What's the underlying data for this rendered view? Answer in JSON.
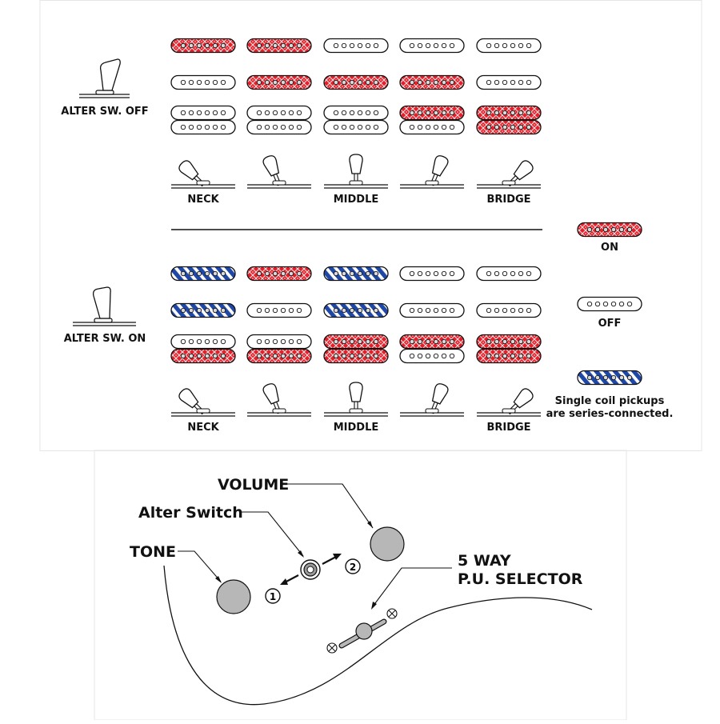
{
  "top": {
    "switch_label": "ALTER SW. OFF",
    "rows": [
      [
        "on",
        "on",
        "off",
        "off",
        "off"
      ],
      [
        "off",
        "on",
        "on",
        "on",
        "off"
      ],
      [
        [
          "off",
          "off"
        ],
        [
          "off",
          "off"
        ],
        [
          "off",
          "off"
        ],
        [
          "on",
          "off"
        ],
        [
          "on",
          "on"
        ]
      ]
    ],
    "positions": [
      "NECK",
      "",
      "MIDDLE",
      "",
      "BRIDGE"
    ]
  },
  "bottom": {
    "switch_label": "ALTER SW. ON",
    "rows": [
      [
        "series",
        "on",
        "series",
        "off",
        "off"
      ],
      [
        "series",
        "off",
        "series",
        "off",
        "off"
      ],
      [
        [
          "off",
          "on"
        ],
        [
          "off",
          "on"
        ],
        [
          "on",
          "on"
        ],
        [
          "on",
          "off"
        ],
        [
          "on",
          "on"
        ]
      ]
    ],
    "positions": [
      "NECK",
      "",
      "MIDDLE",
      "",
      "BRIDGE"
    ]
  },
  "legend": {
    "on": "ON",
    "off": "OFF",
    "series_line1": "Single coil pickups",
    "series_line2": "are series-connected."
  },
  "controls": {
    "volume": "VOLUME",
    "alter_switch": "Alter Switch",
    "tone": "TONE",
    "selector_line1": "5 WAY",
    "selector_line2": "P.U. SELECTOR",
    "dir1": "1",
    "dir2": "2"
  },
  "colors": {
    "on": "#e3202a",
    "series": "#1f47a6",
    "knob": "#b7b7b7",
    "panel_border": "#e6e6e6"
  }
}
